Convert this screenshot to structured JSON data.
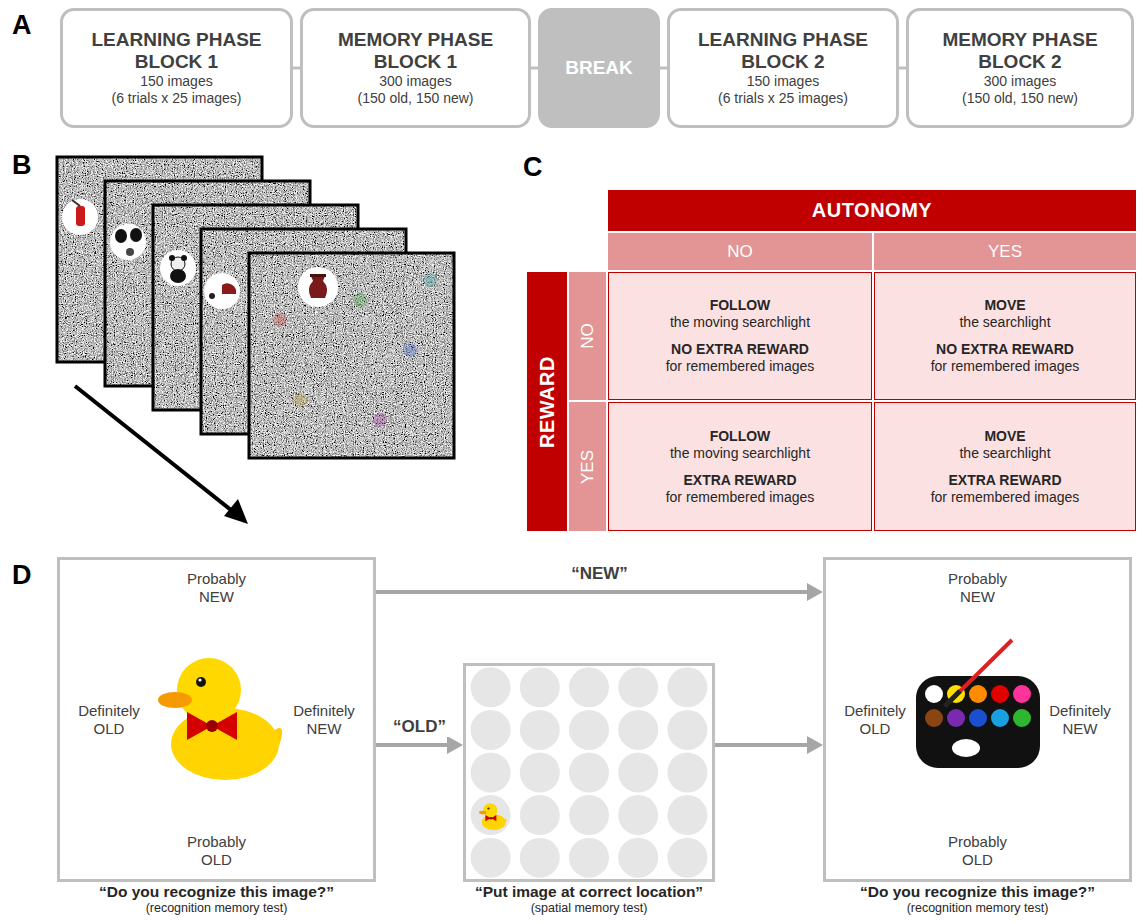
{
  "diagram": {
    "nodes": [
      {
        "text": [
          "LEARNING PHASE BLOCK 1",
          "150 images",
          "(6 trials x 25 images)"
        ]
      },
      {
        "text": [
          "MEMORY PHASE BLOCK 1",
          "300 images",
          "(150 old, 150 new)"
        ]
      },
      {
        "text": [
          "BREAK"
        ]
      },
      {
        "text": [
          "LEARNING PHASE BLOCK 2",
          "150 images",
          "(6 trials x 25 images)"
        ]
      },
      {
        "text": [
          "MEMORY PHASE BLOCK 2",
          "300 images",
          "(150 old, 150 new)"
        ]
      },
      {
        "text": [
          "AUTONOMY"
        ]
      },
      {
        "text": [
          "NO"
        ]
      },
      {
        "text": [
          "YES"
        ]
      },
      {
        "text": [
          "REWARD"
        ]
      },
      {
        "text": [
          "NO"
        ]
      },
      {
        "text": [
          "FOLLOW",
          "the moving searchlight",
          "NO EXTRA REWARD",
          "for remembered images"
        ]
      },
      {
        "text": [
          "MOVE",
          "the searchlight",
          "NO EXTRA REWARD",
          "for remembered images"
        ]
      },
      {
        "text": [
          "YES"
        ]
      },
      {
        "text": [
          "FOLLOW",
          "the moving searchlight",
          "EXTRA REWARD",
          "for remembered images"
        ]
      },
      {
        "text": [
          "MOVE",
          "the searchlight",
          "EXTRA REWARD",
          "for remembered images"
        ]
      },
      {
        "text": [
          "Probably NEW",
          "Definitely OLD",
          "Definitely NEW",
          "Probably OLD",
          "“Do you recognize this image?”",
          "(recognition memory test)"
        ]
      },
      {
        "text": [
          "“Put image at correct location”",
          "(spatial memory test)"
        ]
      },
      {
        "text": [
          "Probably NEW",
          "Definitely OLD",
          "Definitely NEW",
          "Probably OLD",
          "“Do you recognize this image?”",
          "(recognition memory test)"
        ]
      }
    ],
    "edges": [
      {
        "from": 0,
        "to": 1,
        "arrow": "none"
      },
      {
        "from": 1,
        "to": 2,
        "arrow": "none"
      },
      {
        "from": 2,
        "to": 3,
        "arrow": "none"
      },
      {
        "from": 3,
        "to": 4,
        "arrow": "none"
      },
      {
        "from": 15,
        "to": 17,
        "label": "“NEW”",
        "arrow": "to"
      },
      {
        "from": 15,
        "to": 16,
        "label": "“OLD”",
        "arrow": "to"
      },
      {
        "from": 16,
        "to": 17,
        "arrow": "to"
      }
    ],
    "labels": [
      "A",
      "B",
      "C",
      "D"
    ]
  }
}
